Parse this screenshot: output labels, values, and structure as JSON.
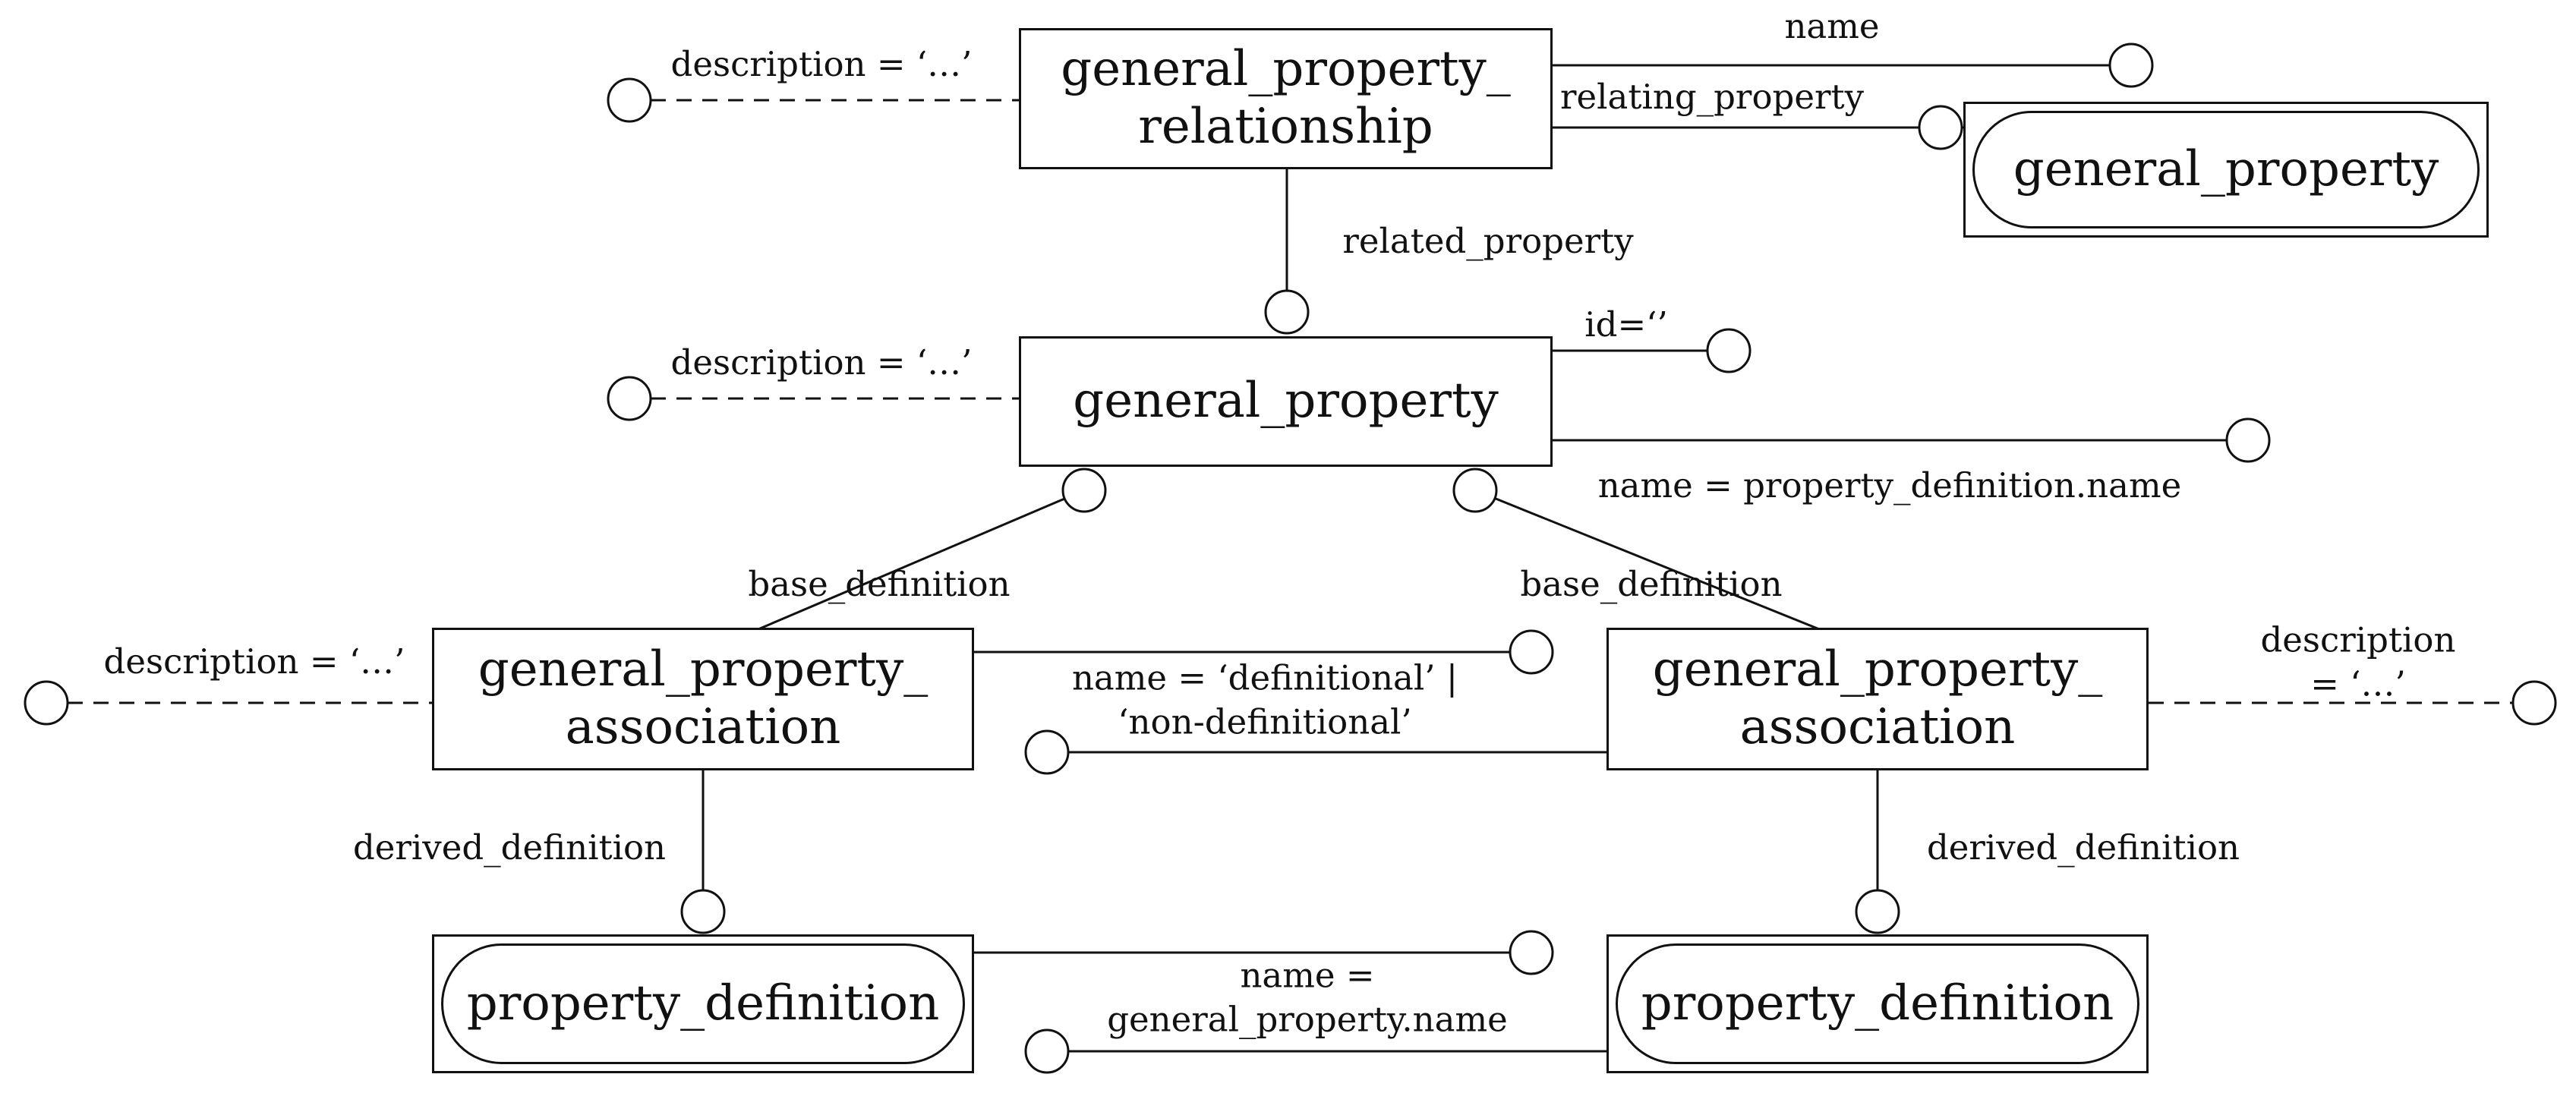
{
  "colors": {
    "line": "#111111",
    "background": "#ffffff",
    "box_fill": "#ffffff"
  },
  "entities": {
    "relationship": "general_property_\nrelationship",
    "general_property": "general_property",
    "general_property_ref": "general_property",
    "assoc_left": "general_property_\nassociation",
    "assoc_right": "general_property_\nassociation",
    "property_def_left": "property_definition",
    "property_def_right": "property_definition"
  },
  "labels": {
    "desc_top": "description = ‘…’",
    "name_top": "name",
    "relating_property": "relating_property",
    "related_property": "related_property",
    "desc_mid": "description = ‘…’",
    "id_empty": "id=‘’",
    "name_pd": "name = property_definition.name",
    "base_def_left": "base_definition",
    "base_def_right": "base_definition",
    "desc_far_left": "description = ‘…’",
    "name_definitional": "name = ‘definitional’ |\n‘non-definitional’",
    "desc_far_right": "description = ‘…’",
    "derived_def_left": "derived_definition",
    "derived_def_right": "derived_definition",
    "name_gp": "name =\ngeneral_property.name"
  }
}
